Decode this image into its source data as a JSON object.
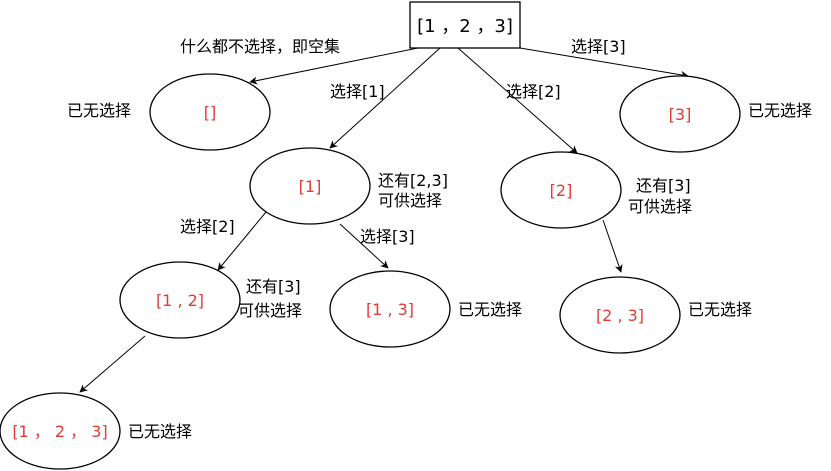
{
  "root": {
    "label": "[1 ，2 ，3]"
  },
  "nodes": {
    "empty": "[]",
    "n1": "[1]",
    "n2": "[2]",
    "n3": "[3]",
    "n12": "[1 , 2]",
    "n13": "[1 , 3]",
    "n23": "[2 , 3]",
    "n123": "[1 ， 2 ， 3]"
  },
  "edges": {
    "choose_none": "什么都不选择，即空集",
    "choose1": "选择[1]",
    "choose2": "选择[2]",
    "choose3": "选择[3]",
    "choose1_2": "选择[2]",
    "choose1_3": "选择[3]"
  },
  "notes": {
    "empty_none": "已无选择",
    "n3_none": "已无选择",
    "n1_left_line1": "还有[2,3]",
    "n1_left_line2": "可供选择",
    "n2_left_line1": "还有[3]",
    "n2_left_line2": "可供选择",
    "n12_left_line1": "还有[3]",
    "n12_left_line2": "可供选择",
    "n13_none": "已无选择",
    "n23_none": "已无选择",
    "n123_none": "已无选择"
  },
  "colors": {
    "node_text": "#e53935",
    "stroke": "#000000"
  }
}
